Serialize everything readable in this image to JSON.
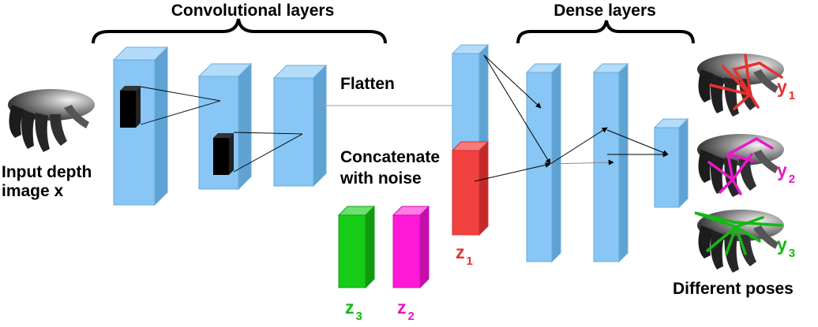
{
  "labels": {
    "conv_title": "Convolutional layers",
    "dense_title": "Dense layers",
    "flatten": "Flatten",
    "concat_line1": "Concatenate",
    "concat_line2": "with noise",
    "input_line1": "Input depth",
    "input_line2": "image x",
    "poses": "Different poses"
  },
  "variables": {
    "z1": {
      "base": "z",
      "sub": "1",
      "color": "#e8302c"
    },
    "z2": {
      "base": "z",
      "sub": "2",
      "color": "#e619c9"
    },
    "z3": {
      "base": "z",
      "sub": "3",
      "color": "#14b814"
    },
    "y1": {
      "base": "y",
      "sub": "1",
      "color": "#e8302c"
    },
    "y2": {
      "base": "y",
      "sub": "2",
      "color": "#e619c9"
    },
    "y3": {
      "base": "y",
      "sub": "3",
      "color": "#14b814"
    }
  },
  "colors": {
    "layer_blue": "#87c6f5",
    "layer_blue_side": "#5fa2d4",
    "layer_blue_top": "#b3dcfa",
    "noise_red": "#f24141",
    "noise_magenta": "#ff19d9",
    "noise_green": "#17cc17",
    "kernel": "#000000"
  },
  "icons": {
    "input": "hand-depth-image-icon",
    "pose1": "hand-pose-red-icon",
    "pose2": "hand-pose-magenta-icon",
    "pose3": "hand-pose-green-icon"
  }
}
